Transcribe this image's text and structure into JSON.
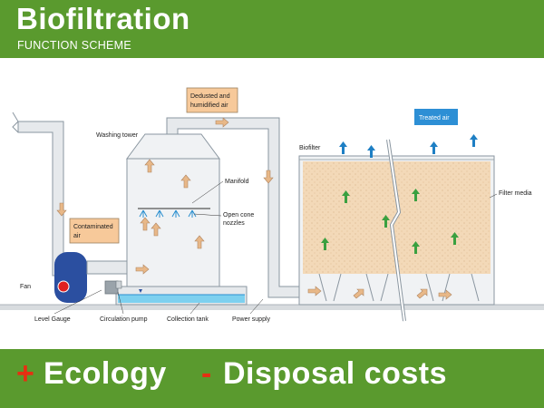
{
  "header": {
    "title": "Biofiltration",
    "subtitle": "FUNCTION SCHEME"
  },
  "diagram": {
    "labels": {
      "washing_tower": "Washing tower",
      "dedusted_line1": "Dedusted and",
      "dedusted_line2": "humidified air",
      "treated_air": "Treated air",
      "biofilter": "Biofilter",
      "manifold": "Manifold",
      "open_cone_line1": "Open cone",
      "open_cone_line2": "nozzles",
      "filter_media": "Filter media",
      "contaminated_line1": "Contaminated",
      "contaminated_line2": "air",
      "fan": "Fan",
      "level_gauge": "Level Gauge",
      "circulation_pump": "Circulation pump",
      "collection_tank": "Collection tank",
      "power_supply": "Power supply"
    },
    "colors": {
      "pipe": "#e6e9ec",
      "outline": "#8a96a0",
      "media": "#f3d9b8",
      "water": "#7dd0ef",
      "fan": "#2b4fa0",
      "arrow_air": "#e8b888",
      "arrow_green": "#3aa040",
      "arrow_blue": "#1e7fc4",
      "label_box_orange": "#f7c99a",
      "label_box_blue": "#2d8fd5"
    }
  },
  "footer": {
    "plus_sign": "+",
    "plus_text": "Ecology",
    "minus_sign": "-",
    "minus_text": "Disposal costs"
  }
}
